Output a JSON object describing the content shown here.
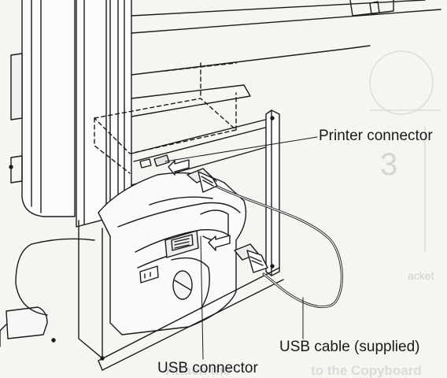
{
  "labels": {
    "printer_connector": "Printer connector",
    "usb_cable": "USB cable (supplied)",
    "usb_connector": "USB connector"
  },
  "background_bleed_text": {
    "big_numeral": "3",
    "side_text": "acket",
    "bottom_heading": "Attach the",
    "bottom_heading_right": "to the Copyboard"
  },
  "colors": {
    "paper": "#f7f5f2",
    "line": "#1a1a1a",
    "arrow_fill": "#ffffff",
    "bleed_through": "#d9d9d9"
  }
}
